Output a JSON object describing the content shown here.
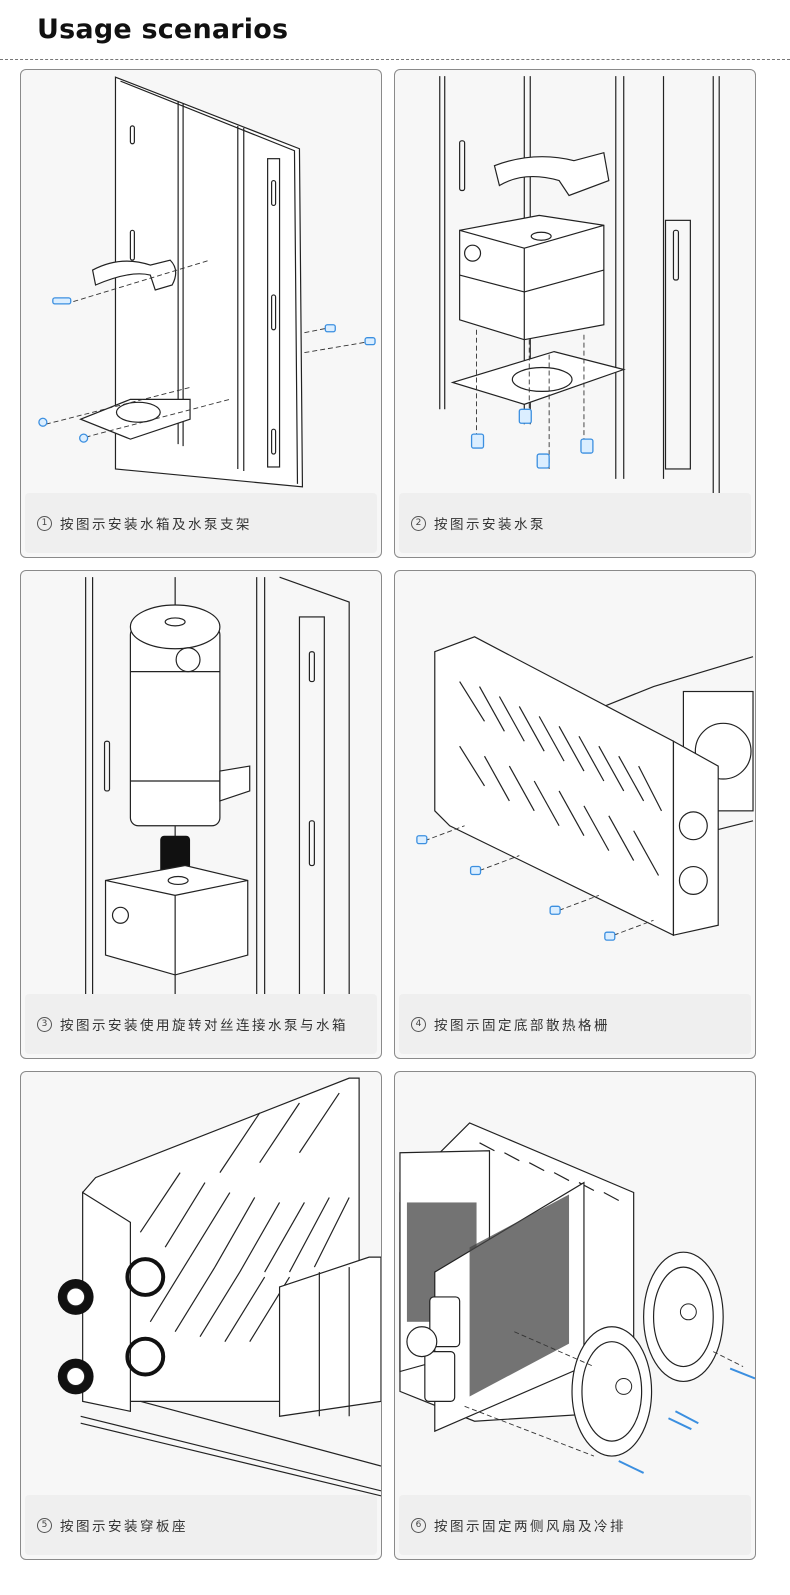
{
  "page": {
    "title": "Usage scenarios"
  },
  "steps": [
    {
      "number": "1",
      "caption": "按图示安装水箱及水泵支架",
      "illustration": "bracket-mounting-diagram"
    },
    {
      "number": "2",
      "caption": "按图示安装水泵",
      "illustration": "pump-mounting-diagram"
    },
    {
      "number": "3",
      "caption": "按图示安装使用旋转对丝连接水泵与水箱",
      "illustration": "reservoir-pump-connection-diagram"
    },
    {
      "number": "4",
      "caption": "按图示固定底部散热格栅",
      "illustration": "bottom-grille-diagram"
    },
    {
      "number": "5",
      "caption": "按图示安装穿板座",
      "illustration": "bulkhead-fitting-diagram"
    },
    {
      "number": "6",
      "caption": "按图示固定两侧风扇及冷排",
      "illustration": "fans-radiator-diagram"
    }
  ],
  "colors": {
    "screw_accent": "#3b8fe0",
    "card_border": "#8a8a8a",
    "caption_bg": "#efefef"
  }
}
